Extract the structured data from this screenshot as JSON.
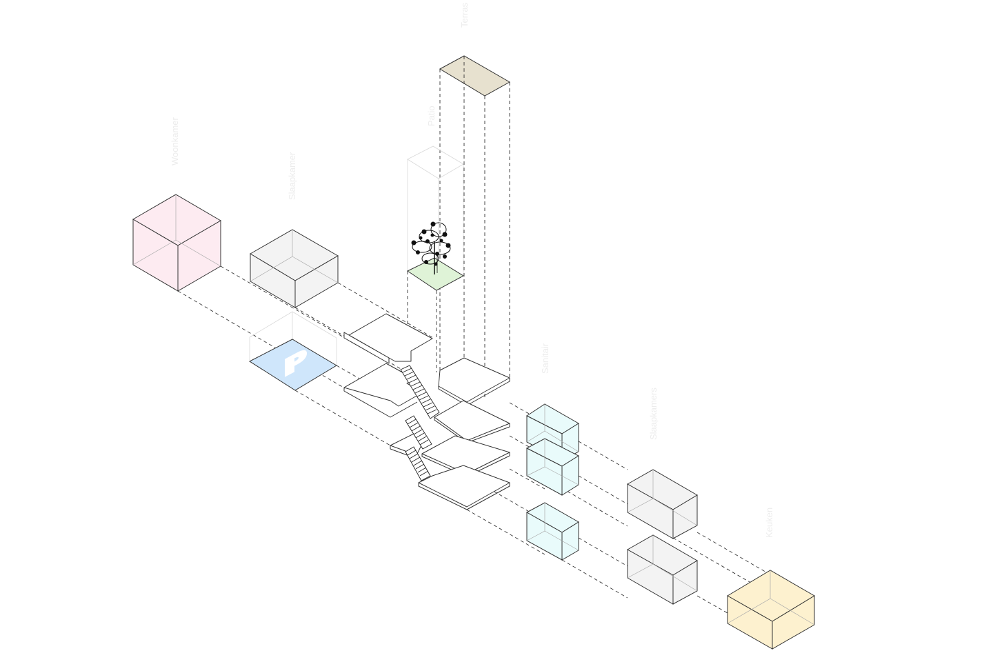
{
  "diagram": {
    "labels": {
      "woonkamer": "Woonkamer",
      "slaapkamer": "Slaapkamer",
      "patio": "Patio",
      "terras": "Terras",
      "sanitair": "Sanitair",
      "slaapkamers": "Slaapkamers",
      "keuken": "Keuken"
    },
    "colors": {
      "woonkamer": "#fdebf1",
      "slaapkamer": "#f3f3f3",
      "parking": "#cfe6fb",
      "patio_floor": "#dff3d7",
      "terras_roof": "#e7e1cf",
      "sanitair": "#e9fbfb",
      "slaapkamers": "#f3f3f3",
      "keuken": "#fdf1cf",
      "parking_symbol": "#ffffff"
    },
    "icons": [
      "tree-icon",
      "parking-icon",
      "stair-icon"
    ]
  }
}
